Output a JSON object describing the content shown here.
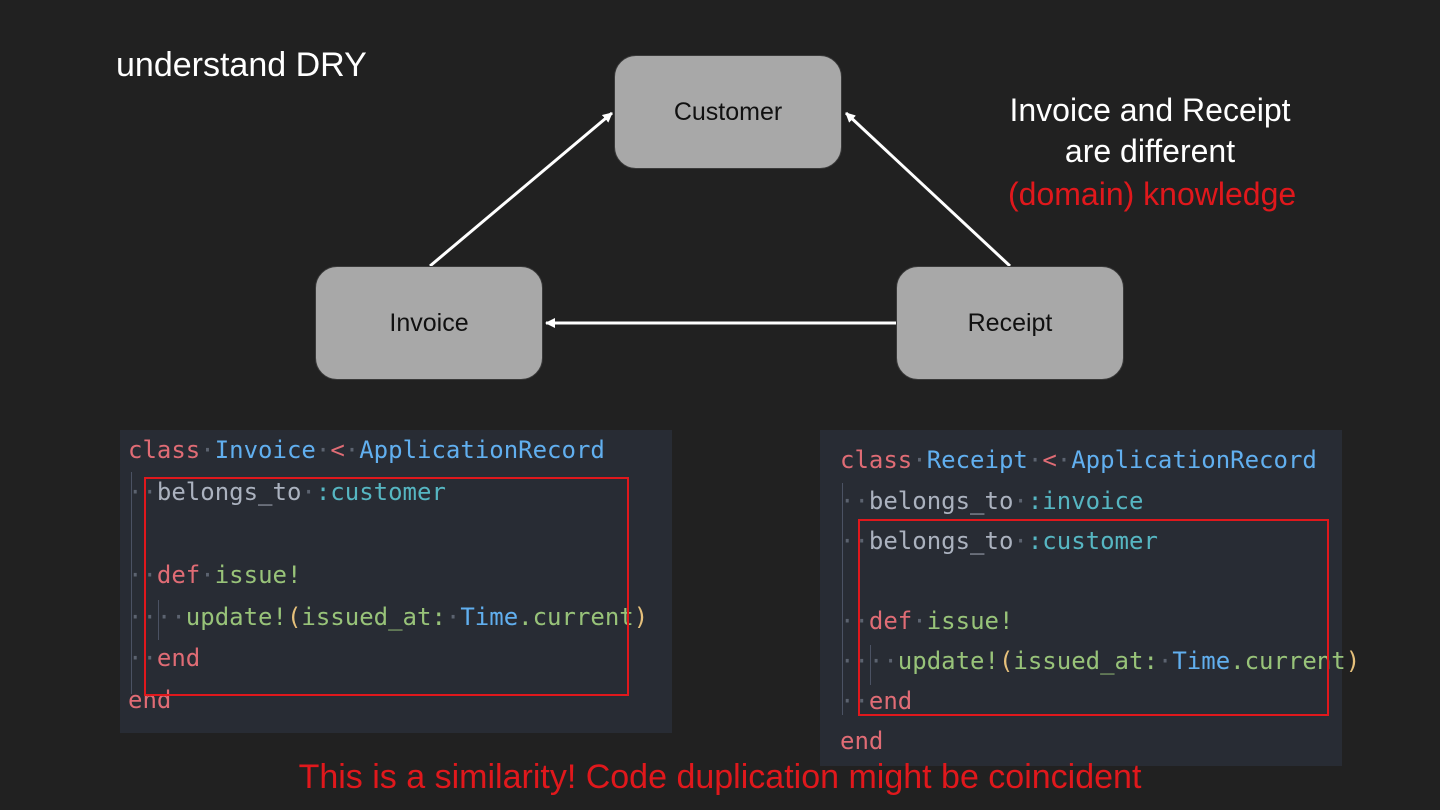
{
  "title": "understand DRY",
  "nodes": {
    "customer": "Customer",
    "invoice": "Invoice",
    "receipt": "Receipt"
  },
  "note": {
    "line1": "Invoice and Receipt",
    "line2": "are different",
    "line3": "(domain) knowledge"
  },
  "invoice_code": {
    "line1": {
      "kw": "class",
      "name": "Invoice",
      "op": "<",
      "parent": "ApplicationRecord"
    },
    "line2": {
      "method": "belongs_to",
      "sym": ":customer"
    },
    "line3": {
      "kw": "def",
      "name": "issue!"
    },
    "line4": {
      "call": "update!",
      "open": "(",
      "key": "issued_at:",
      "const": "Time",
      "rest": ".current",
      "close": ")"
    },
    "line5": "end",
    "line6": "end"
  },
  "receipt_code": {
    "line1": {
      "kw": "class",
      "name": "Receipt",
      "op": "<",
      "parent": "ApplicationRecord"
    },
    "line2": {
      "method": "belongs_to",
      "sym": ":invoice"
    },
    "line3": {
      "method": "belongs_to",
      "sym": ":customer"
    },
    "line4": {
      "kw": "def",
      "name": "issue!"
    },
    "line5": {
      "call": "update!",
      "open": "(",
      "key": "issued_at:",
      "const": "Time",
      "rest": ".current",
      "close": ")"
    },
    "line6": "end",
    "line7": "end"
  },
  "footer": "This is a similarity! Code duplication might be coincident",
  "colors": {
    "background": "#212121",
    "node_fill": "#a8a8a8",
    "highlight_red": "#e0181c",
    "code_background": "#282c34"
  }
}
